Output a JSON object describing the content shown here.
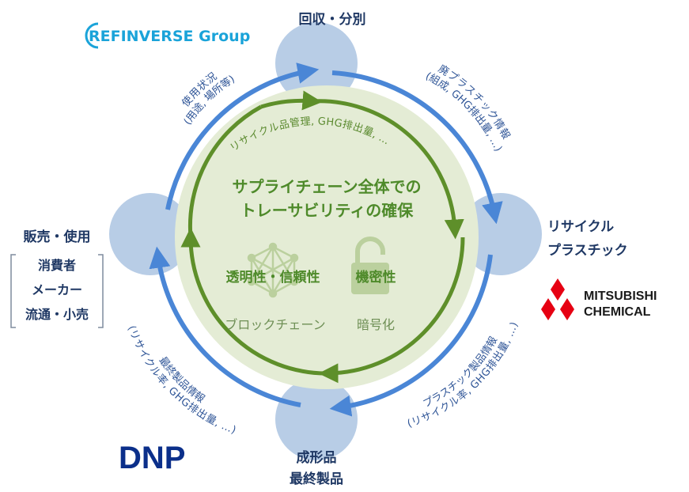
{
  "stages": {
    "top": "回収・分別",
    "right_line1": "リサイクル",
    "right_line2": "プラスチック",
    "bottom_line1": "成形品",
    "bottom_line2": "最終製品",
    "left": "販売・使用"
  },
  "left_list": [
    "消費者",
    "メーカー",
    "流通・小売"
  ],
  "flows": {
    "top_right_line1": "廃プラスチック情報",
    "top_right_line2": "(組成, GHG排出量, …)",
    "bottom_right_line1": "プラスチック製品情報",
    "bottom_right_line2": "(リサイクル率, GHG排出量, …)",
    "bottom_left_line1": "最終製品情報",
    "bottom_left_line2": "(リサイクル率, GHG排出量, …)",
    "top_left_line1": "使用状況",
    "top_left_line2": "(用途, 場所等)"
  },
  "inner_flow": "リサイクル品管理, GHG排出量, …",
  "core": {
    "line1": "サプライチェーン全体での",
    "line2": "トレーサビリティの確保"
  },
  "features": {
    "transparency_title": "透明性・信頼性",
    "transparency_sub": "ブロックチェーン",
    "confidentiality_title": "機密性",
    "confidentiality_sub": "暗号化"
  },
  "logos": {
    "refinverse": "REFINVERSE Group",
    "mitsubishi_line1": "MITSUBISHI",
    "mitsubishi_line2": "CHEMICAL",
    "dnp": "DNP"
  },
  "colors": {
    "outer_arrow": "#4a86d6",
    "node_circle": "#b8cde6",
    "inner_ring": "#5e8f2a",
    "inner_fill": "#e4ecd5",
    "text_navy": "#1f3864",
    "mitsubishi_red": "#e60012",
    "dnp_blue": "#0b2f8a",
    "refinverse_blue": "#1aa3d9"
  },
  "icons": {
    "blockchain": "network-mesh-icon",
    "encryption": "padlock-icon",
    "mitsubishi": "three-diamonds-icon"
  }
}
